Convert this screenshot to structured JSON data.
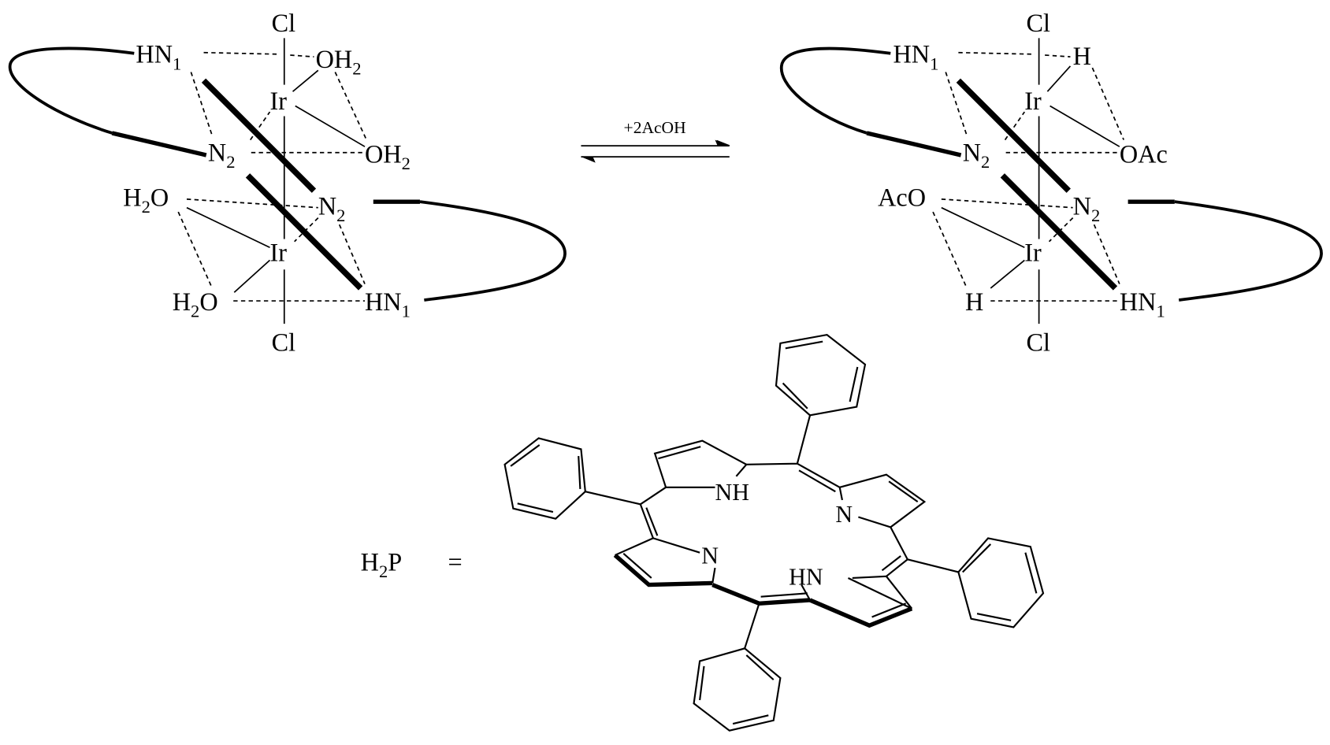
{
  "left_complex": {
    "labels": [
      {
        "a": "Cl",
        "s": "",
        "b": ""
      },
      {
        "a": "HN",
        "s": "1",
        "b": ""
      },
      {
        "a": "OH",
        "s": "2",
        "b": ""
      },
      {
        "a": "Ir",
        "s": "",
        "b": ""
      },
      {
        "a": "N",
        "s": "2",
        "b": ""
      },
      {
        "a": "OH",
        "s": "2",
        "b": ""
      },
      {
        "a": "H",
        "s": "2",
        "b": "O"
      },
      {
        "a": "N",
        "s": "2",
        "b": ""
      },
      {
        "a": "Ir",
        "s": "",
        "b": ""
      },
      {
        "a": "H",
        "s": "2",
        "b": "O"
      },
      {
        "a": "HN",
        "s": "1",
        "b": ""
      },
      {
        "a": "Cl",
        "s": "",
        "b": ""
      }
    ]
  },
  "reaction": {
    "arrow_label": "+2AcOH"
  },
  "right_complex": {
    "labels": [
      {
        "a": "Cl",
        "s": "",
        "b": ""
      },
      {
        "a": "HN",
        "s": "1",
        "b": ""
      },
      {
        "a": "H",
        "s": "",
        "b": ""
      },
      {
        "a": "Ir",
        "s": "",
        "b": ""
      },
      {
        "a": "N",
        "s": "2",
        "b": ""
      },
      {
        "a": "OAc",
        "s": "",
        "b": ""
      },
      {
        "a": "AcO",
        "s": "",
        "b": ""
      },
      {
        "a": "N",
        "s": "2",
        "b": ""
      },
      {
        "a": "Ir",
        "s": "",
        "b": ""
      },
      {
        "a": "H",
        "s": "",
        "b": ""
      },
      {
        "a": "HN",
        "s": "1",
        "b": ""
      },
      {
        "a": "Cl",
        "s": "",
        "b": ""
      }
    ]
  },
  "porphyrin": {
    "name": {
      "a": "H",
      "s": "2",
      "b": "P"
    },
    "equals": "=",
    "atoms": [
      "NH",
      "N",
      "HN",
      "N"
    ]
  }
}
